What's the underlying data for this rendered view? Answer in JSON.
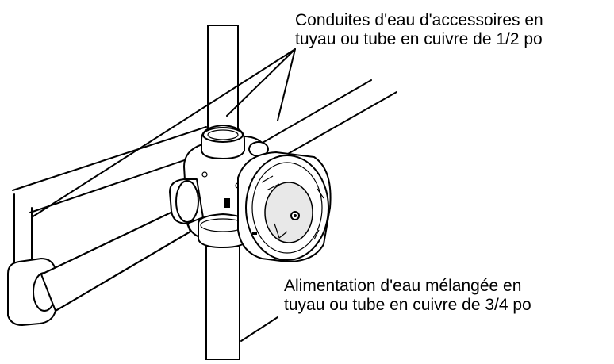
{
  "labels": {
    "accessory_lines": {
      "line1": "Conduites d'eau d'accessoires en",
      "line2": "tuyau ou tube en cuivre de 1/2 po"
    },
    "mixed_supply": {
      "line1": "Alimentation d'eau mélangée en",
      "line2": "tuyau ou tube en cuivre de 3/4 po"
    }
  }
}
